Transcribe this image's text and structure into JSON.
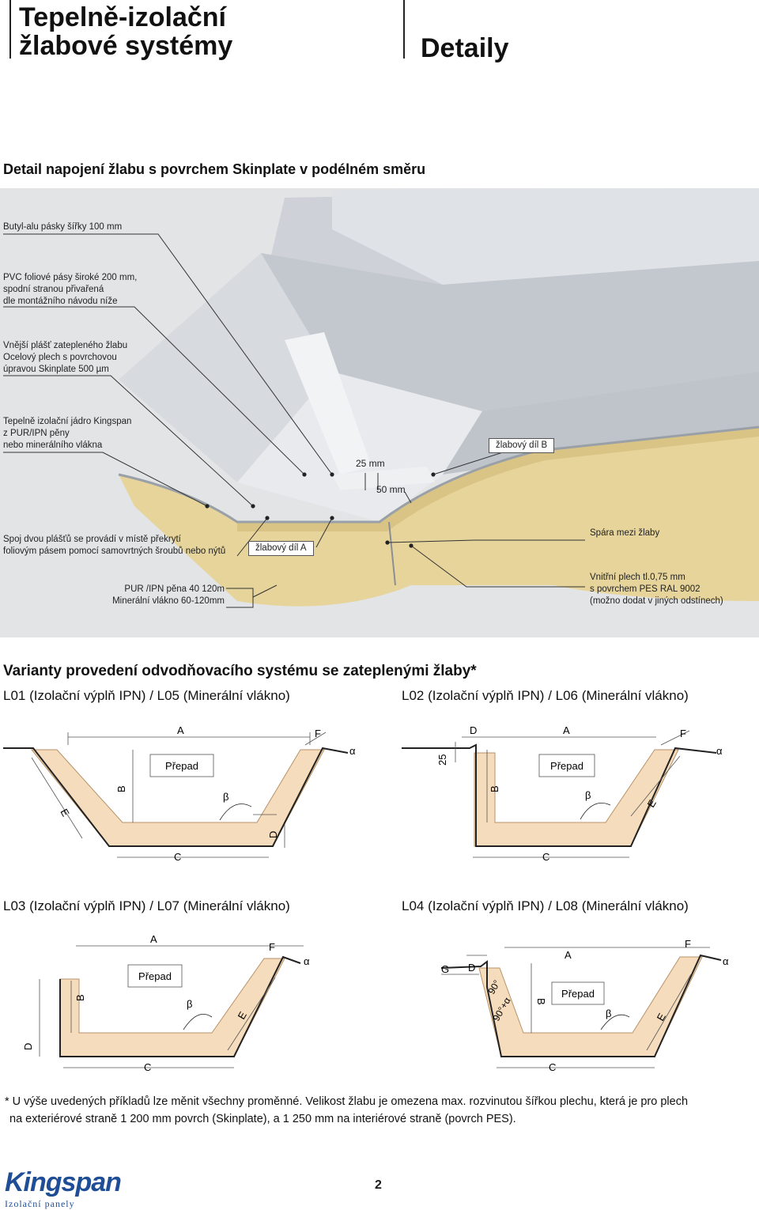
{
  "header": {
    "title_line1": "Tepelně-izolační",
    "title_line2": "žlabové systémy",
    "title_right": "Detaily"
  },
  "detail": {
    "heading": "Detail napojení žlabu s povrchem Skinplate v podélném směru",
    "labels": {
      "butyl": "Butyl-alu pásky šířky 100 mm",
      "pvc_1": "PVC foliové pásy široké 200 mm,",
      "pvc_2": "spodní stranou přivařená",
      "pvc_3": "dle montážního návodu níže",
      "outer_1": "Vnější plášť zatepleného žlabu",
      "outer_2": "Ocelový plech s povrchovou",
      "outer_3": "úpravou Skinplate 500 µm",
      "core_1": "Tepelně izolační jádro Kingspan",
      "core_2": "z PUR/IPN pěny",
      "core_3": "nebo minerálního vlákna",
      "dim25": "25 mm",
      "dim50": "50 mm",
      "partB": "žlabový díl B",
      "joint_1": "Spoj dvou plášťů se provádí v místě překrytí",
      "joint_2": "foliovým pásem pomocí samovrtných šroubů nebo nýtů",
      "partA": "žlabový díl A",
      "gap": "Spára mezi žlaby",
      "foam_1": "PUR /IPN pěna 40 120m",
      "foam_2": "Minerální vlákno 60-120mm",
      "inner_1": "Vnitřní plech tl.0,75 mm",
      "inner_2": "s povrchem PES RAL 9002",
      "inner_3": "(možno dodat v jiných odstínech)"
    }
  },
  "variants": {
    "heading": "Varianty provedení odvodňovacího systému se zateplenými žlaby*",
    "items": [
      {
        "title": "L01 (Izolační výplň IPN) / L05 (Minerální vlákno)"
      },
      {
        "title": "L02 (Izolační výplň IPN) / L06 (Minerální vlákno)"
      },
      {
        "title": "L03 (Izolační výplň IPN) / L07 (Minerální vlákno)"
      },
      {
        "title": "L04 (Izolační výplň IPN) / L08 (Minerální vlákno)"
      }
    ],
    "dim_labels": {
      "A": "A",
      "B": "B",
      "C": "C",
      "D": "D",
      "E": "E",
      "F": "F",
      "G": "G",
      "alpha": "α",
      "beta": "β",
      "overflow": "Přepad",
      "dim25": "25",
      "angle90": "90°",
      "angle90a": "90°+α"
    }
  },
  "footnote": {
    "line1": "* U výše uvedených příkladů lze měnit všechny proměnné. Velikost žlabu je omezena max. rozvinutou šířkou plechu, která je pro plech",
    "line2": "na exteriérové straně 1 200 mm povrch (Skinplate), a 1 250 mm na interiérové straně (povrch PES)."
  },
  "footer": {
    "logo_text": "Kingspan",
    "logo_sub": "Izolační panely",
    "page_number": "2"
  },
  "colors": {
    "core": "#f5dcbc",
    "core_outline": "#b89268",
    "sheet": "#c9cdd2",
    "foam": "#e6d49a",
    "brand": "#1f4e96"
  }
}
